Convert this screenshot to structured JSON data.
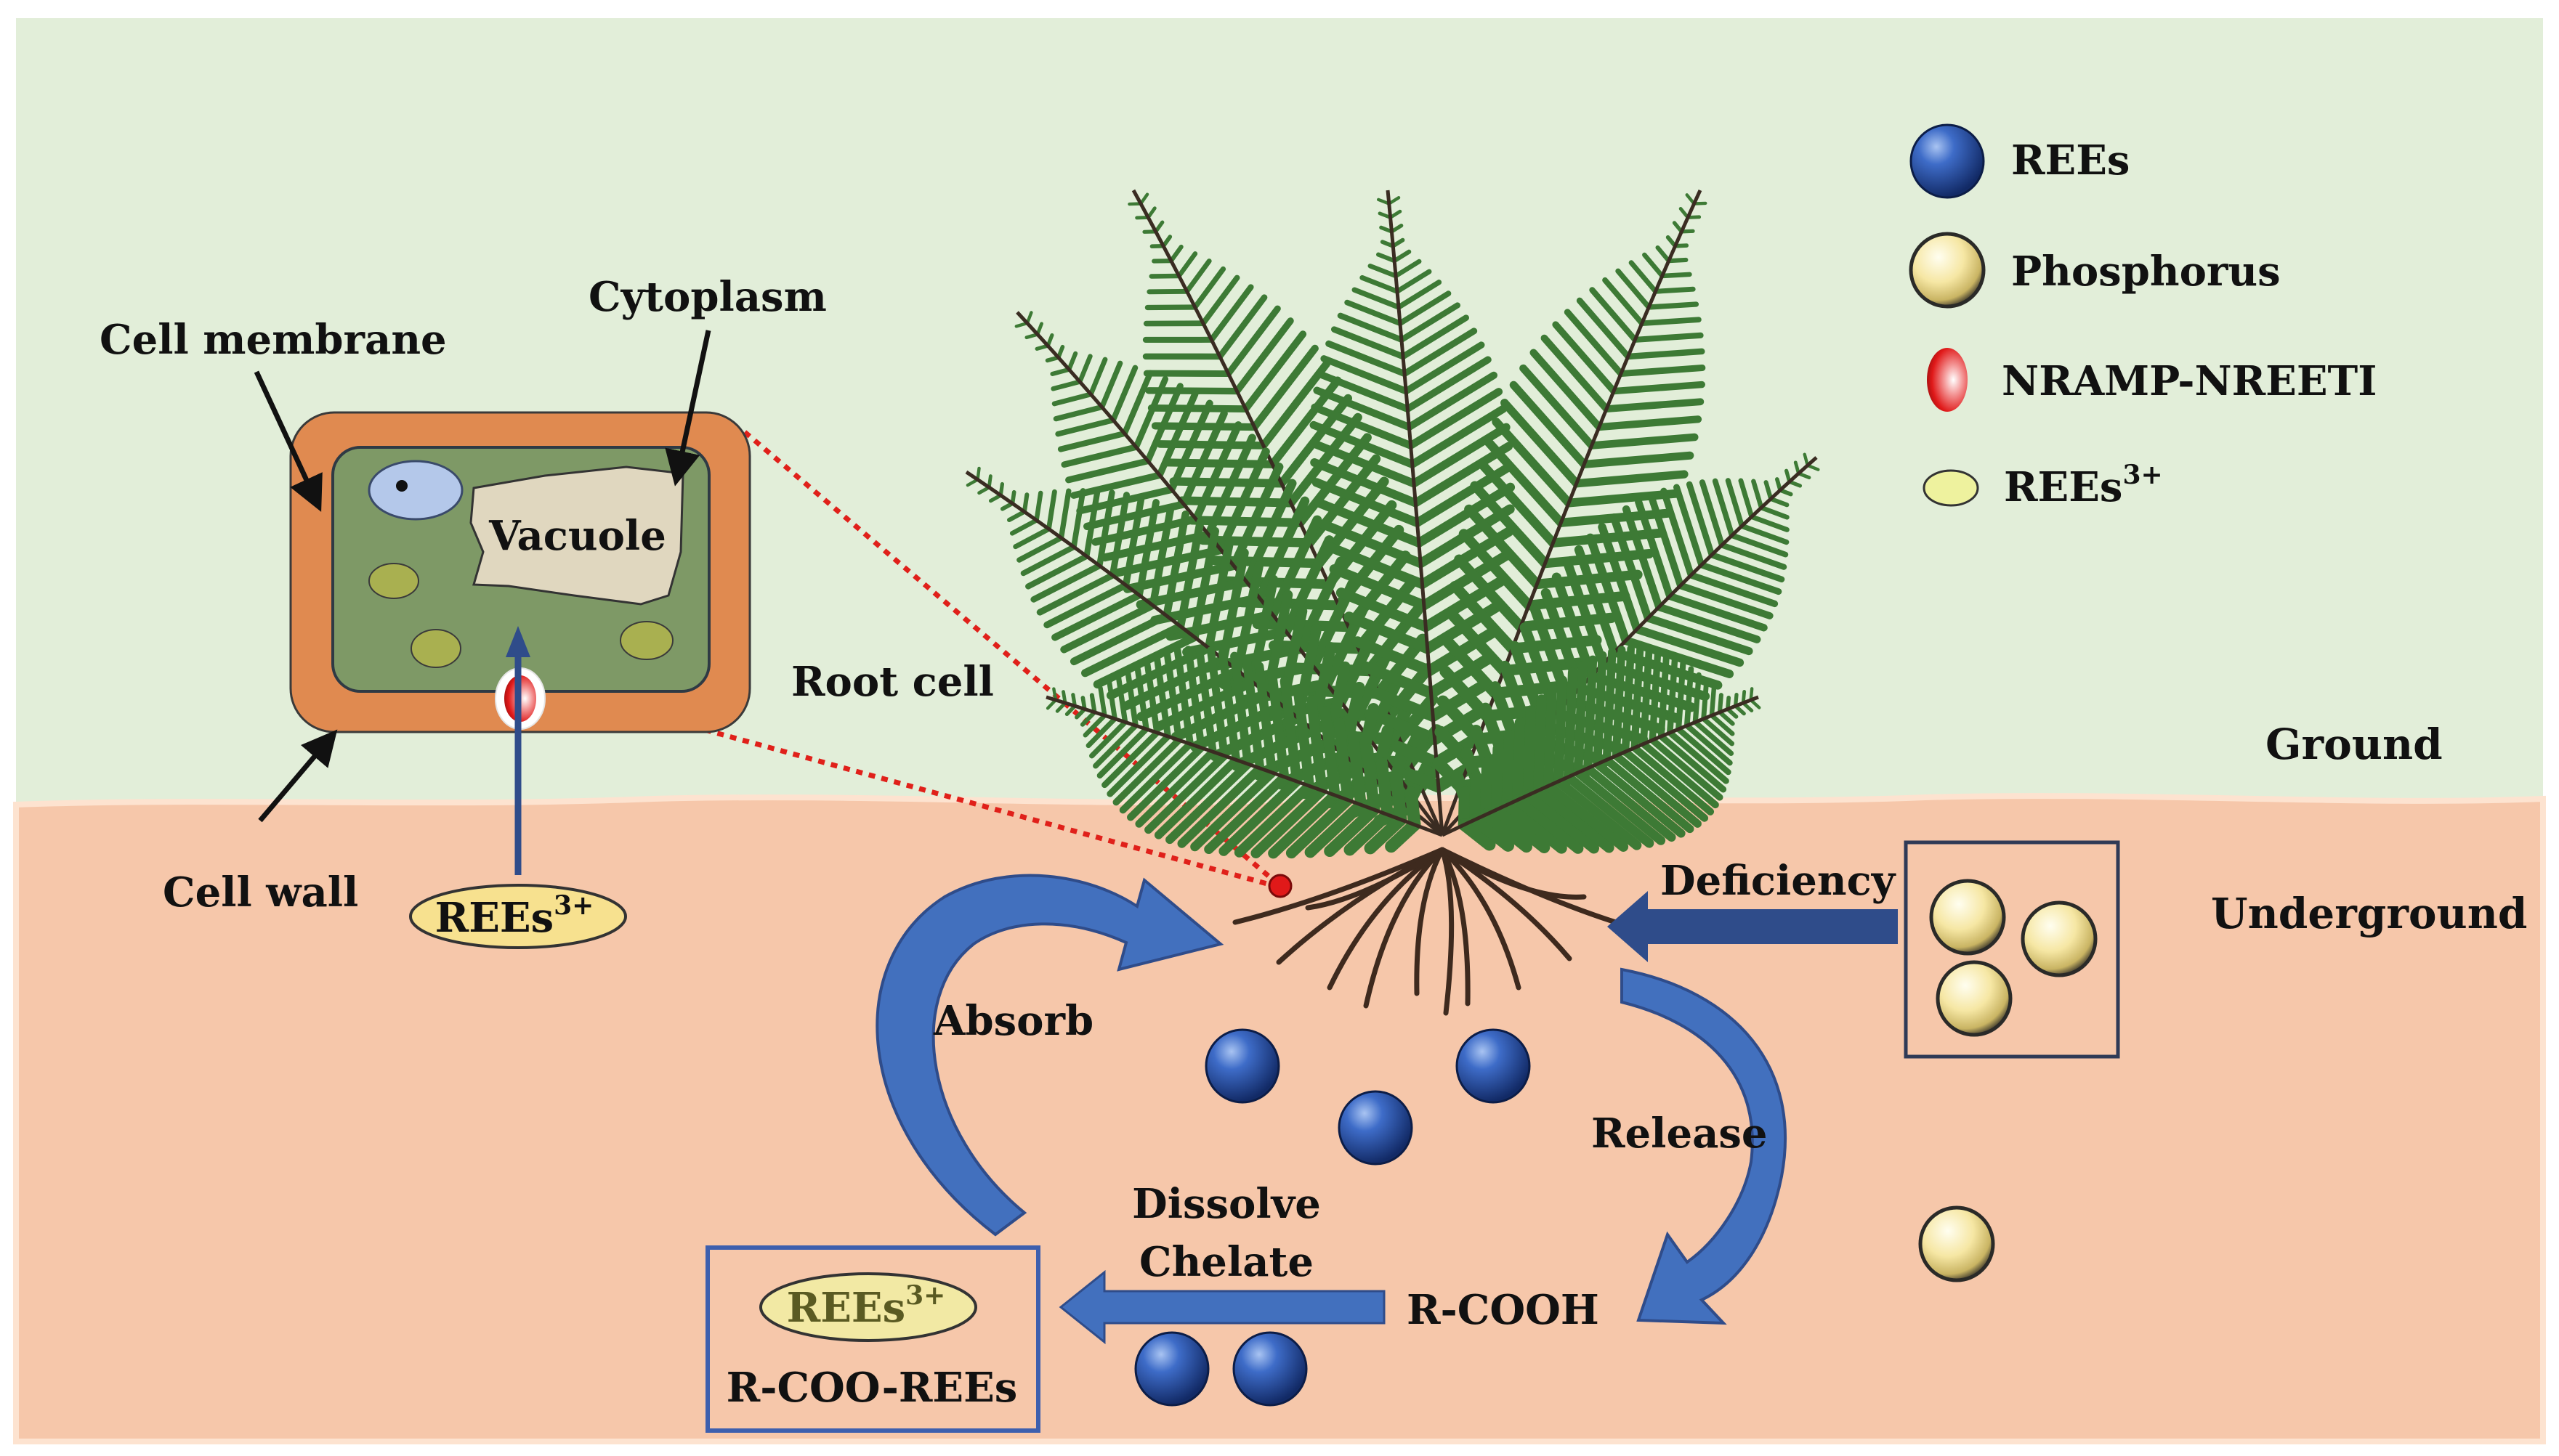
{
  "legend": {
    "items": [
      {
        "icon": "blue-ball-icon",
        "label": "REEs"
      },
      {
        "icon": "yellow-ball-icon",
        "label": "Phosphorus"
      },
      {
        "icon": "red-droplet-icon",
        "label": "NRAMP-NREETI"
      },
      {
        "icon": "green-ellipse-icon",
        "label": "REEs",
        "sup": "3+"
      }
    ]
  },
  "cell": {
    "cell_membrane": "Cell membrane",
    "cytoplasm": "Cytoplasm",
    "vacuole": "Vacuole",
    "root_cell": "Root cell",
    "cell_wall": "Cell wall",
    "ree_ion": {
      "base": "REEs",
      "sup": "3+"
    }
  },
  "zones": {
    "ground": "Ground",
    "underground": "Underground"
  },
  "process": {
    "deficiency": "Deficiency",
    "absorb": "Absorb",
    "release": "Release",
    "dissolve": "Dissolve",
    "chelate": "Chelate",
    "rcooh": "R-COOH",
    "complex_ion": {
      "base": "REEs",
      "sup": "3+"
    },
    "complex_label": "R-COO-REEs"
  },
  "colors": {
    "sky": "#e2eed9",
    "soil": "#f6c7aa",
    "soil_edge": "#fde3d0",
    "cell_wall": "#e08a50",
    "cytoplasm": "#7e9966",
    "vacuole": "#e0d7bf",
    "arrow_blue": "#4270be",
    "dark_blue": "#2f4c8a",
    "dotted_red": "#e0201a",
    "fern": "#3d7a35"
  }
}
